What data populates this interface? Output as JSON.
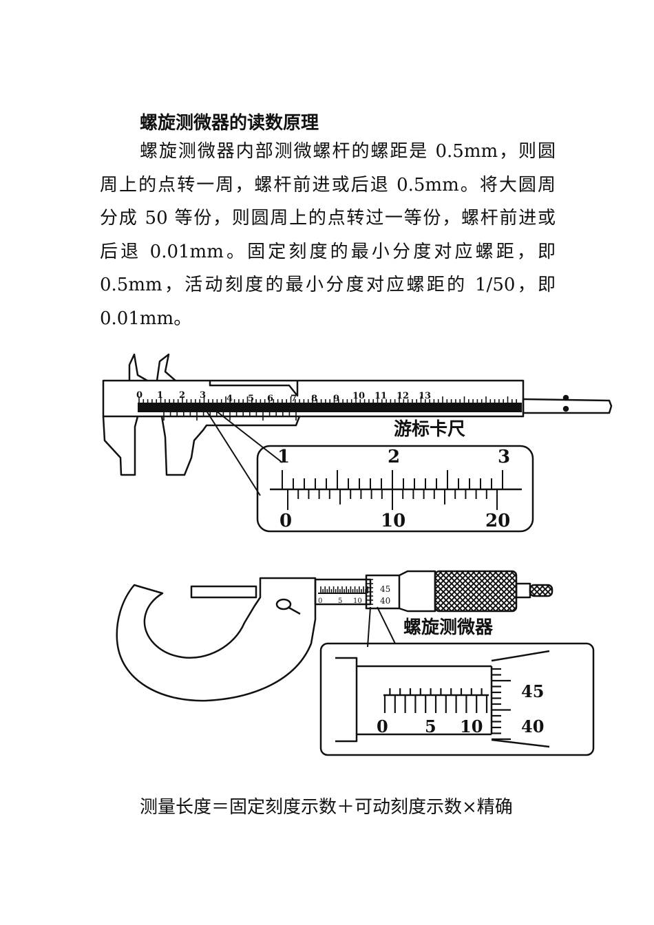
{
  "heading": "螺旋测微器的读数原理",
  "paragraph_lines": [
    "螺旋测微器内部测微螺杆的螺距是 0.5mm，则圆",
    "周上的点转一周，螺杆前进或后退 0.5mm。将大圆周",
    "分成 50 等份，则圆周上的点转过一等份，螺杆前进或",
    "后退 0.01mm。固定刻度的最小分度对应螺距，即",
    "0.5mm，活动刻度的最小分度对应螺距的 1/50，即",
    "0.01mm。"
  ],
  "caliper": {
    "label": "游标卡尺",
    "main_scale_numbers": [
      "0",
      "1",
      "2",
      "3",
      "4",
      "5",
      "6",
      "7",
      "8",
      "9",
      "10",
      "11",
      "12",
      "13"
    ],
    "zoom_main_numbers": [
      "1",
      "2",
      "3"
    ],
    "zoom_vernier_numbers": [
      "0",
      "10",
      "20"
    ]
  },
  "micrometer": {
    "label": "螺旋测微器",
    "sleeve_numbers": [
      "0",
      "5",
      "10"
    ],
    "thimble_numbers": [
      "45",
      "40"
    ],
    "zoom_sleeve_numbers": [
      "0",
      "5",
      "10"
    ],
    "zoom_thimble_numbers": [
      "45",
      "40"
    ]
  },
  "formula": "测量长度＝固定刻度示数＋可动刻度示数×精确"
}
